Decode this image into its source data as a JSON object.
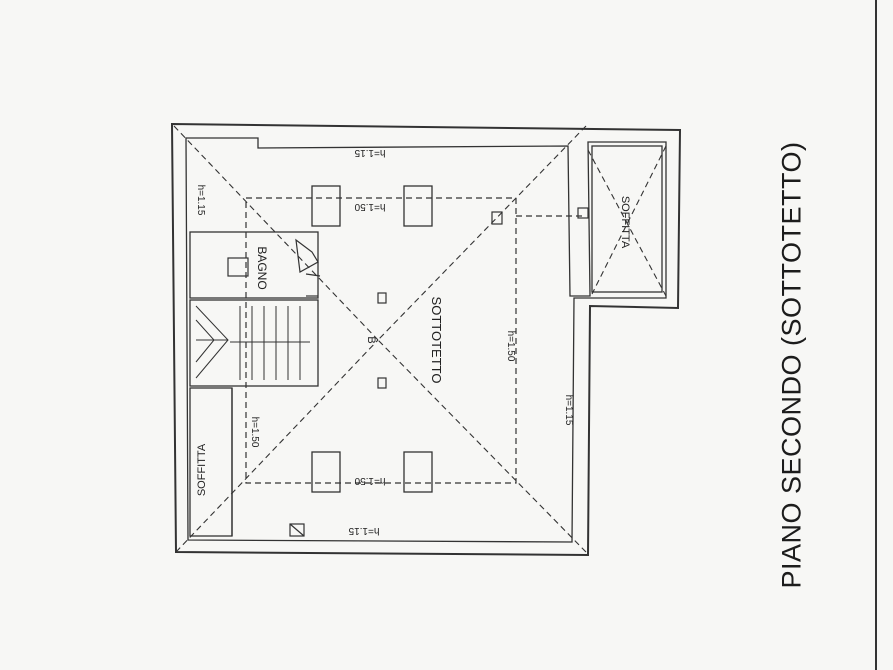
{
  "sheet": {
    "title": "PIANO SECONDO (SOTTOTETTO)"
  },
  "plan": {
    "rooms": {
      "sottotetto": "SOTTOTETTO",
      "bagno": "BAGNO",
      "soffitta_left": "SOFFITTA",
      "soffitta_right": "SOFFITTA"
    },
    "heights": {
      "top_left_eave": "h=1.15",
      "bottom_right_eave": "h=1.15",
      "inner_left": "h=1.50",
      "inner_right": "h=1.50",
      "top_wall": "h=1.15",
      "bottom_wall": "h=1.15",
      "inner_top": "h=1.50",
      "inner_bottom": "h=1.50"
    },
    "symbols": {
      "ridge_mark": "B"
    }
  }
}
